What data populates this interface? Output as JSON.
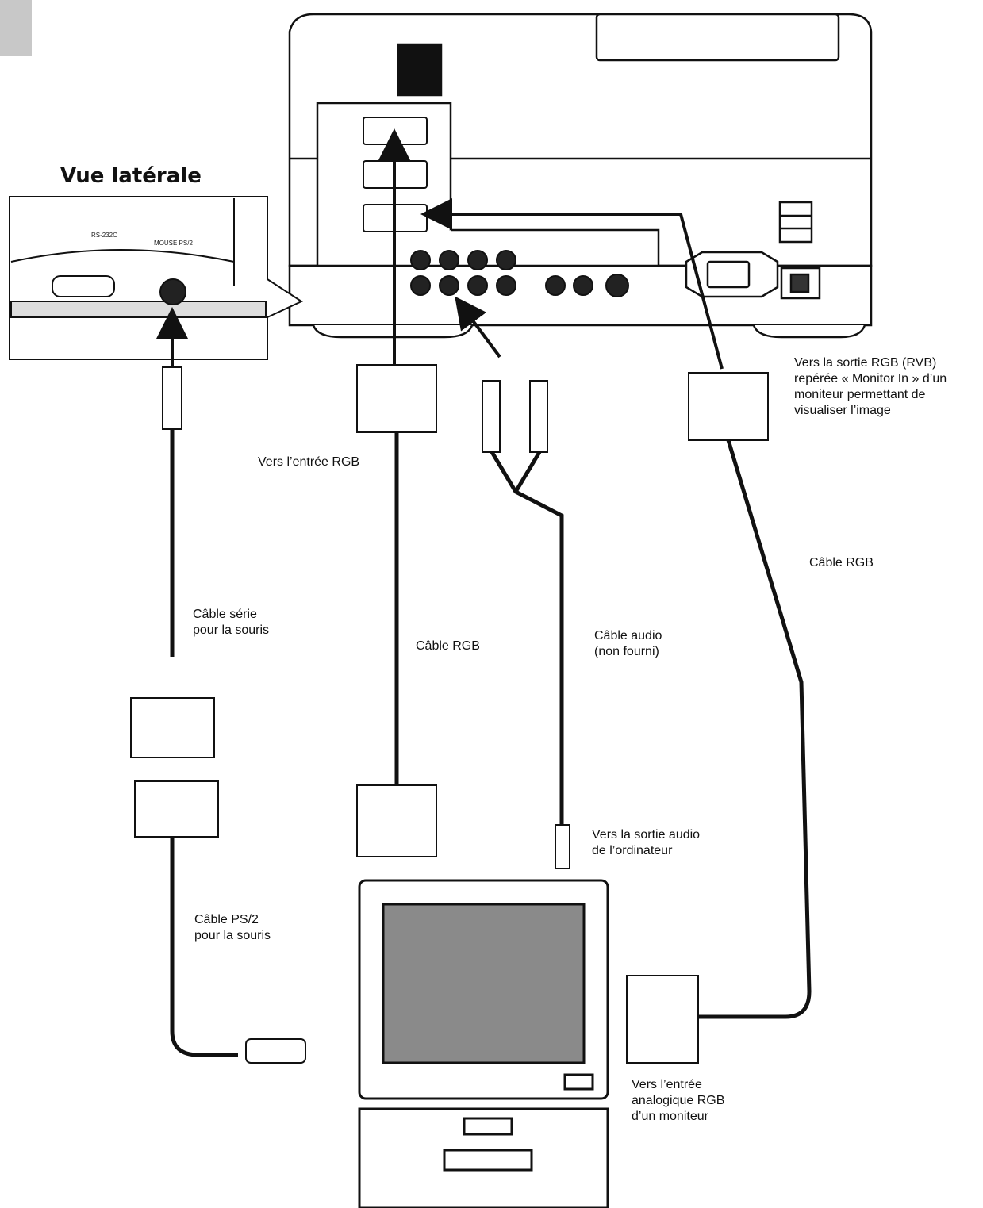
{
  "side_view": {
    "title": "Vue latérale",
    "port_labels": [
      "RS-232C",
      "MOUSE PS/2"
    ]
  },
  "labels": {
    "to_rgb_input": "Vers l’entrée RGB",
    "rgb_cable_left": "Câble RGB",
    "serial_cable": [
      "Câble série",
      "pour la souris"
    ],
    "ps2_cable": [
      "Câble PS/2",
      "pour la souris"
    ],
    "audio_cable": [
      "Câble audio",
      "(non fourni)"
    ],
    "audio_out": [
      "Vers la sortie audio",
      "de l’ordinateur"
    ],
    "rgb_out_monitor": [
      "Vers la sortie RGB (RVB)",
      "repérée « Monitor In » d’un",
      "moniteur permettant de",
      "visualiser l’image"
    ],
    "rgb_cable_right": "Câble RGB",
    "monitor_analog_in": [
      "Vers l’entrée",
      "analogique RGB",
      "d’un moniteur"
    ]
  }
}
